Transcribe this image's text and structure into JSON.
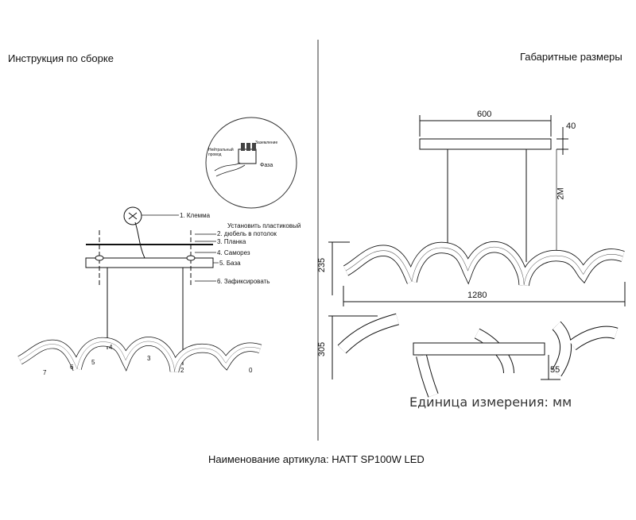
{
  "left": {
    "title": "Инструкция по сборке",
    "wiring": {
      "neutral": "Нейтральный провод",
      "ground": "Заземление",
      "phase": "Фаза"
    },
    "callouts": [
      "1. Клемма",
      "Установить пластиковый",
      "2. дюбель в потолок",
      "3. Планка",
      "4. Саморез",
      "5. База",
      "6. Зафиксировать"
    ],
    "segment_numbers": [
      "7",
      "6",
      "5",
      "4",
      "3",
      "2",
      "0"
    ]
  },
  "right": {
    "title": "Габаритные размеры",
    "dimensions": {
      "canopy_length": "600",
      "canopy_height": "40",
      "cable_length": "2M",
      "body_height": "235",
      "total_length": "1280",
      "depth": "305",
      "canopy_offset": "55"
    },
    "unit_note": "Единица измерения: мм"
  },
  "footer": {
    "article": "Наименование артикула: HATT SP100W LED"
  },
  "colors": {
    "line": "#111111",
    "background": "#ffffff",
    "accent": "#c0392b"
  }
}
